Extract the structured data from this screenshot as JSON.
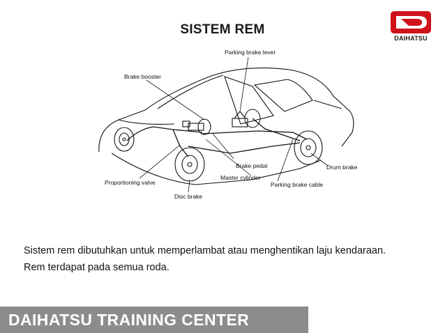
{
  "slide": {
    "title": "SISTEM REM"
  },
  "logo": {
    "text": "DAIHATSU",
    "color": "#d0121b"
  },
  "diagram": {
    "labels": {
      "parking_brake_lever": "Parking brake lever",
      "brake_booster": "Brake booster",
      "brake_pedal": "Brake pedal",
      "drum_brake": "Drum brake",
      "proportioning_valve": "Proportioning valve",
      "master_cylinder": "Master cylinder",
      "parking_brake_cable": "Parking brake cable",
      "disc_brake": "Disc brake"
    }
  },
  "body": {
    "line1": "Sistem rem dibutuhkan untuk memperlambat atau menghentikan laju kendaraan.",
    "line2": "Rem terdapat pada semua roda."
  },
  "footer": {
    "text": "DAIHATSU TRAINING CENTER",
    "bar_color": "#8c8c8c"
  }
}
